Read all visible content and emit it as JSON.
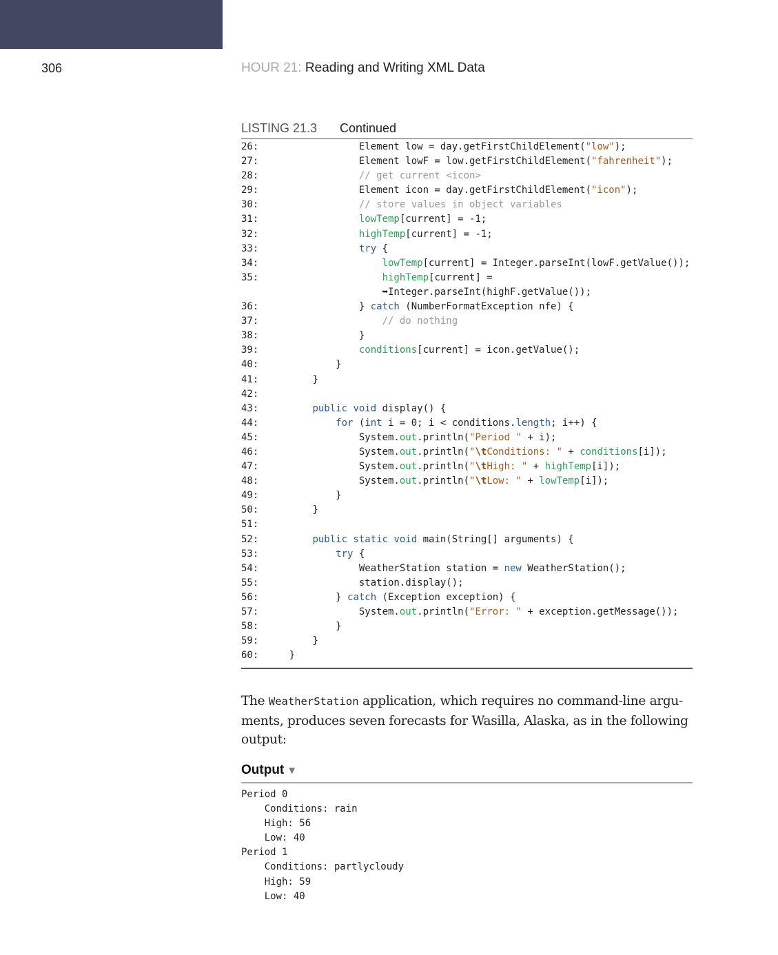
{
  "header": {
    "page_number": "306",
    "hour_label": "HOUR 21:",
    "chapter_title": "Reading and Writing XML Data",
    "accent_block_color": "#434762"
  },
  "listing": {
    "label": "LISTING 21.3",
    "caption": "Continued",
    "lines": [
      {
        "n": "26:",
        "indent": 4,
        "parts": [
          [
            "",
            "Element low = day.getFirstChildElement("
          ],
          [
            "s",
            "\"low\""
          ],
          [
            "",
            ");"
          ]
        ]
      },
      {
        "n": "27:",
        "indent": 4,
        "parts": [
          [
            "",
            "Element lowF = low.getFirstChildElement("
          ],
          [
            "s",
            "\"fahrenheit\""
          ],
          [
            "",
            ");"
          ]
        ]
      },
      {
        "n": "28:",
        "indent": 4,
        "parts": [
          [
            "c",
            "// get current <icon>"
          ]
        ]
      },
      {
        "n": "29:",
        "indent": 4,
        "parts": [
          [
            "",
            "Element icon = day.getFirstChildElement("
          ],
          [
            "s",
            "\"icon\""
          ],
          [
            "",
            ");"
          ]
        ]
      },
      {
        "n": "30:",
        "indent": 4,
        "parts": [
          [
            "c",
            "// store values in object variables"
          ]
        ]
      },
      {
        "n": "31:",
        "indent": 4,
        "parts": [
          [
            "f",
            "lowTemp"
          ],
          [
            "",
            "[current] = -1;"
          ]
        ]
      },
      {
        "n": "32:",
        "indent": 4,
        "parts": [
          [
            "f",
            "highTemp"
          ],
          [
            "",
            "[current] = -1;"
          ]
        ]
      },
      {
        "n": "33:",
        "indent": 4,
        "parts": [
          [
            "k",
            "try"
          ],
          [
            "",
            " {"
          ]
        ]
      },
      {
        "n": "34:",
        "indent": 5,
        "parts": [
          [
            "f",
            "lowTemp"
          ],
          [
            "",
            "[current] = Integer.parseInt(lowF.getValue());"
          ]
        ]
      },
      {
        "n": "35:",
        "indent": 5,
        "parts": [
          [
            "f",
            "highTemp"
          ],
          [
            "",
            "[current] ="
          ]
        ]
      },
      {
        "n": "",
        "indent": 5,
        "parts": [
          [
            "",
            "➥Integer.parseInt(highF.getValue());"
          ]
        ]
      },
      {
        "n": "36:",
        "indent": 4,
        "parts": [
          [
            "",
            "} "
          ],
          [
            "k",
            "catch"
          ],
          [
            "",
            " (NumberFormatException nfe) {"
          ]
        ]
      },
      {
        "n": "37:",
        "indent": 5,
        "parts": [
          [
            "c",
            "// do nothing"
          ]
        ]
      },
      {
        "n": "38:",
        "indent": 4,
        "parts": [
          [
            "",
            "}"
          ]
        ]
      },
      {
        "n": "39:",
        "indent": 4,
        "parts": [
          [
            "f",
            "conditions"
          ],
          [
            "",
            "[current] = icon.getValue();"
          ]
        ]
      },
      {
        "n": "40:",
        "indent": 3,
        "parts": [
          [
            "",
            "}"
          ]
        ]
      },
      {
        "n": "41:",
        "indent": 2,
        "parts": [
          [
            "",
            "}"
          ]
        ]
      },
      {
        "n": "42:",
        "indent": 0,
        "parts": []
      },
      {
        "n": "43:",
        "indent": 2,
        "parts": [
          [
            "k",
            "public void"
          ],
          [
            "",
            " display() {"
          ]
        ]
      },
      {
        "n": "44:",
        "indent": 3,
        "parts": [
          [
            "k",
            "for"
          ],
          [
            "",
            " ("
          ],
          [
            "k",
            "int"
          ],
          [
            "",
            " i = 0; i < conditions."
          ],
          [
            "k",
            "length"
          ],
          [
            "",
            "; i++) {"
          ]
        ]
      },
      {
        "n": "45:",
        "indent": 4,
        "parts": [
          [
            "",
            "System."
          ],
          [
            "f",
            "out"
          ],
          [
            "",
            ".println("
          ],
          [
            "s",
            "\"Period \""
          ],
          [
            "",
            " + i);"
          ]
        ]
      },
      {
        "n": "46:",
        "indent": 4,
        "parts": [
          [
            "",
            "System."
          ],
          [
            "f",
            "out"
          ],
          [
            "",
            ".println("
          ],
          [
            "s",
            "\""
          ],
          [
            "e",
            "\\t"
          ],
          [
            "s",
            "Conditions: \""
          ],
          [
            "",
            " + "
          ],
          [
            "f",
            "conditions"
          ],
          [
            "",
            "[i]);"
          ]
        ]
      },
      {
        "n": "47:",
        "indent": 4,
        "parts": [
          [
            "",
            "System."
          ],
          [
            "f",
            "out"
          ],
          [
            "",
            ".println("
          ],
          [
            "s",
            "\""
          ],
          [
            "e",
            "\\t"
          ],
          [
            "s",
            "High: \""
          ],
          [
            "",
            " + "
          ],
          [
            "f",
            "highTemp"
          ],
          [
            "",
            "[i]);"
          ]
        ]
      },
      {
        "n": "48:",
        "indent": 4,
        "parts": [
          [
            "",
            "System."
          ],
          [
            "f",
            "out"
          ],
          [
            "",
            ".println("
          ],
          [
            "s",
            "\""
          ],
          [
            "e",
            "\\t"
          ],
          [
            "s",
            "Low: \""
          ],
          [
            "",
            " + "
          ],
          [
            "f",
            "lowTemp"
          ],
          [
            "",
            "[i]);"
          ]
        ]
      },
      {
        "n": "49:",
        "indent": 3,
        "parts": [
          [
            "",
            "}"
          ]
        ]
      },
      {
        "n": "50:",
        "indent": 2,
        "parts": [
          [
            "",
            "}"
          ]
        ]
      },
      {
        "n": "51:",
        "indent": 0,
        "parts": []
      },
      {
        "n": "52:",
        "indent": 2,
        "parts": [
          [
            "k",
            "public static void"
          ],
          [
            "",
            " main(String[] arguments) {"
          ]
        ]
      },
      {
        "n": "53:",
        "indent": 3,
        "parts": [
          [
            "k",
            "try"
          ],
          [
            "",
            " {"
          ]
        ]
      },
      {
        "n": "54:",
        "indent": 4,
        "parts": [
          [
            "",
            "WeatherStation station = "
          ],
          [
            "k",
            "new"
          ],
          [
            "",
            " WeatherStation();"
          ]
        ]
      },
      {
        "n": "55:",
        "indent": 4,
        "parts": [
          [
            "",
            "station.display();"
          ]
        ]
      },
      {
        "n": "56:",
        "indent": 3,
        "parts": [
          [
            "",
            "} "
          ],
          [
            "k",
            "catch"
          ],
          [
            "",
            " (Exception exception) {"
          ]
        ]
      },
      {
        "n": "57:",
        "indent": 4,
        "parts": [
          [
            "",
            "System."
          ],
          [
            "f",
            "out"
          ],
          [
            "",
            ".println("
          ],
          [
            "s",
            "\"Error: \""
          ],
          [
            "",
            " + exception.getMessage());"
          ]
        ]
      },
      {
        "n": "58:",
        "indent": 3,
        "parts": [
          [
            "",
            "}"
          ]
        ]
      },
      {
        "n": "59:",
        "indent": 2,
        "parts": [
          [
            "",
            "}"
          ]
        ]
      },
      {
        "n": "60:",
        "indent": 1,
        "parts": [
          [
            "",
            "}"
          ]
        ]
      }
    ]
  },
  "body": {
    "para_before": "The ",
    "para_code": "WeatherStation",
    "para_after": " application, which requires no command-line argu-\nments, produces seven forecasts for Wasilla, Alaska, as in the following\noutput:"
  },
  "output_section": {
    "label": "Output",
    "marker": "▼",
    "text": "Period 0\n    Conditions: rain\n    High: 56\n    Low: 40\nPeriod 1\n    Conditions: partlycloudy\n    High: 59\n    Low: 40"
  }
}
